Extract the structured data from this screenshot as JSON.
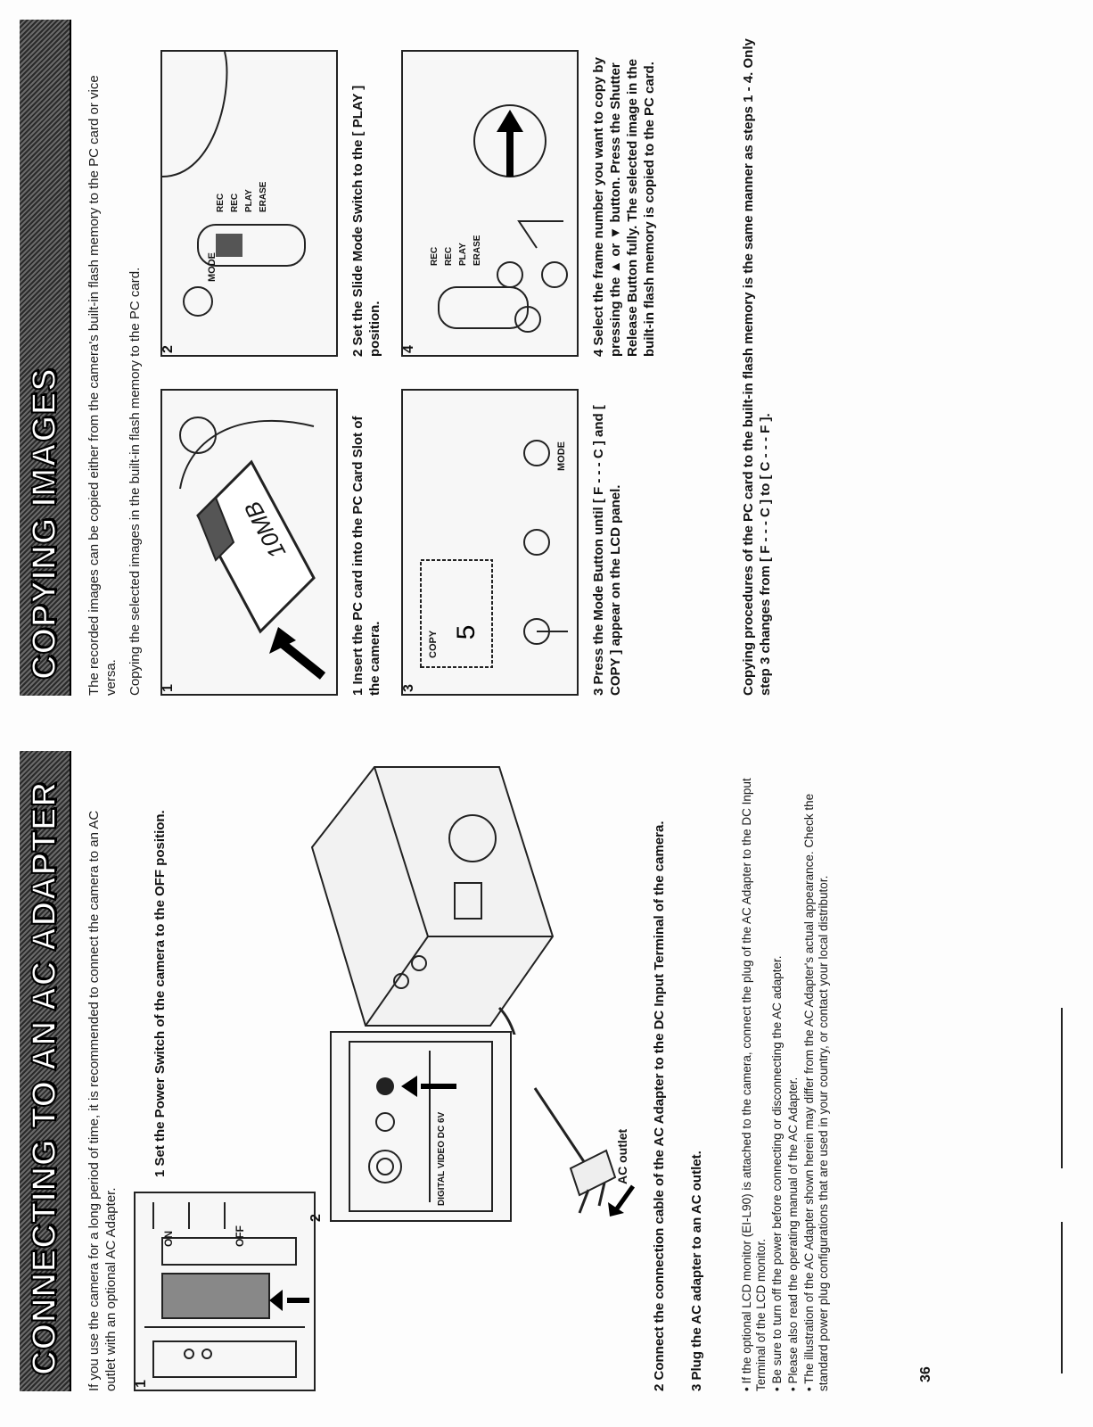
{
  "left": {
    "title": "CONNECTING TO AN AC ADAPTER",
    "intro": "If you use the camera for a long period of time, it is recommended to connect the camera to an AC outlet with an optional AC Adapter.",
    "step1": "1 Set the Power Switch of the camera to the OFF position.",
    "step2": "2 Connect the connection cable of the AC Adapter to the DC Input Terminal of the camera.",
    "step3": "3 Plug the AC adapter to an AC outlet.",
    "fig1_num": "1",
    "fig2_num": "2",
    "fig1_off": "OFF",
    "fig1_on": "ON",
    "fig2_panel": "DIGITAL  VIDEO  DC 6V",
    "ac_outlet": "AC outlet",
    "notes": [
      "• If the optional LCD monitor (EI-L90) is attached to the camera, connect the plug of the AC Adapter to the DC Input Terminal of the LCD monitor.",
      "• Be sure to turn off the power before connecting or disconnecting the AC adapter.",
      "• Please also read the operating manual of the AC Adapter.",
      "• The illustration of the AC Adapter shown herein may differ from the AC Adapter's actual appearance. Check the standard power plug configurations that are used in your country, or contact your local distributor."
    ],
    "page_number": "36"
  },
  "right": {
    "title": "COPYING IMAGES",
    "intro": "The recorded images can be copied either from the camera's built-in flash memory to the PC card or vice versa.",
    "subhead": "Copying the selected images in the built-in flash memory to the PC card.",
    "fig1_num": "1",
    "fig2_num": "2",
    "fig3_num": "3",
    "fig4_num": "4",
    "card_label": "10MB",
    "mode_label": "MODE",
    "switch_labels": [
      "REC",
      "REC",
      "PLAY",
      "ERASE"
    ],
    "lcd_label": "COPY",
    "step1": "1 Insert the PC card into the PC Card Slot of the camera.",
    "step2": "2 Set the Slide Mode Switch to the [ PLAY ] position.",
    "step3": "3 Press the Mode Button until [ F - - - C ] and [ COPY ] appear on the LCD panel.",
    "step4": "4 Select the frame number you want to copy by pressing the ▲ or ▼ button. Press the Shutter Release Button fully. The selected image in the built-in flash memory is copied to the PC card.",
    "footer": "Copying procedures of the PC card to the built-in flash memory is the same manner as steps 1 - 4. Only step 3 changes from [ F - - - C ] to [ C - - - F ]."
  }
}
